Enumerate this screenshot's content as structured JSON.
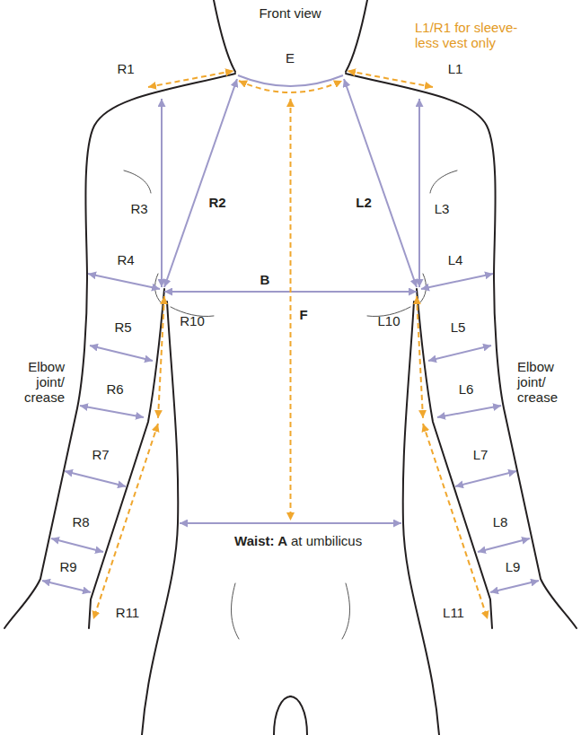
{
  "diagram": {
    "title": "Front view",
    "labels": [
      "L1/R1 for sleeve- less vest only",
      "E",
      "R1",
      "L1",
      "R3",
      "R2",
      "L2",
      "L3",
      "R4",
      "B",
      "L4",
      "F",
      "R10",
      "L10",
      "R5",
      "L5",
      "Elbow joint/ crease",
      "R6",
      "L6",
      "Elbow joint/ crease",
      "R7",
      "L7",
      "Waist: A",
      "at umbilicus",
      "R8",
      "L8",
      "R9",
      "R11",
      "L11",
      "L9"
    ]
  }
}
